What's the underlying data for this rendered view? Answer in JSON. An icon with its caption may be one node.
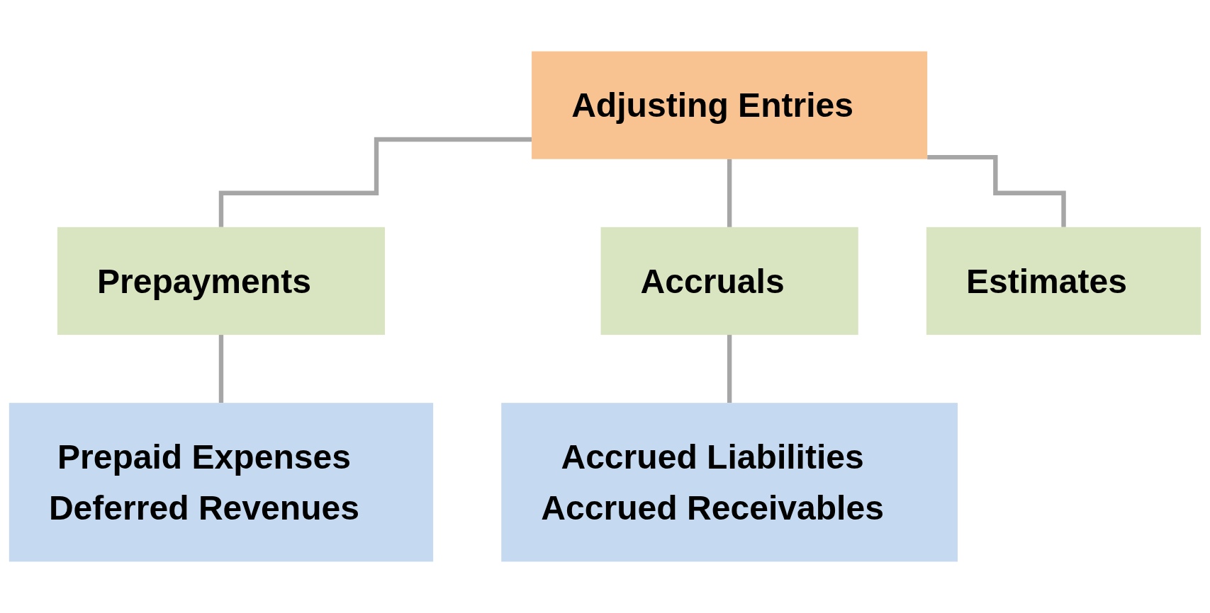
{
  "diagram": {
    "nodes": [
      {
        "text": [
          "Adjusting Entries"
        ]
      },
      {
        "text": [
          "Prepayments"
        ]
      },
      {
        "text": [
          "Accruals"
        ]
      },
      {
        "text": [
          "Prepaid Expenses",
          "Deferred Revenues"
        ]
      },
      {
        "text": [
          "Accrued Liabilities",
          "Accrued Receivables"
        ]
      },
      {
        "text": [
          "Estimates"
        ]
      }
    ],
    "edges": [
      {
        "from": 0,
        "to": 1,
        "arrow": "none"
      },
      {
        "from": 0,
        "to": 5,
        "arrow": "none"
      },
      {
        "from": 0,
        "to": 2,
        "arrow": "none"
      },
      {
        "from": 1,
        "to": 3,
        "arrow": "none"
      },
      {
        "from": 2,
        "to": 4,
        "arrow": "none"
      }
    ]
  }
}
